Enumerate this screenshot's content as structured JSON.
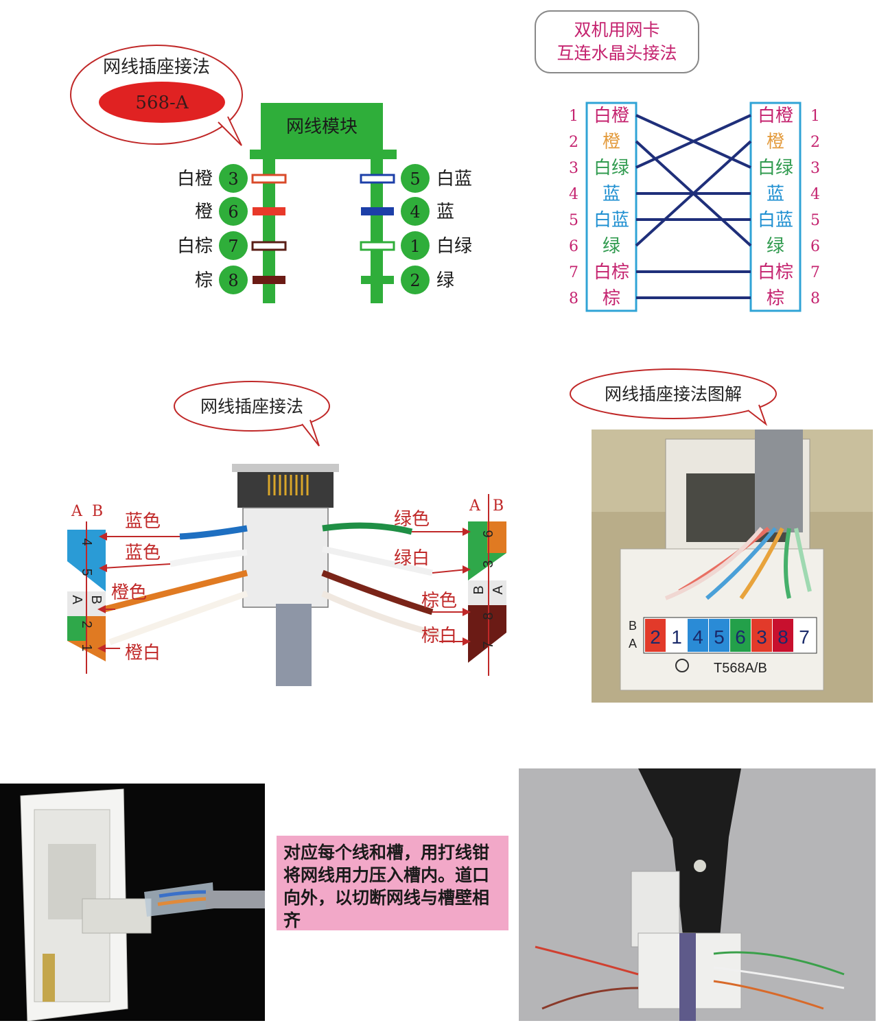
{
  "panel_568a": {
    "bubble_title": "网线插座接法",
    "badge": "568-A",
    "module_label": "网线模块",
    "left_pins": [
      {
        "num": "3",
        "label": "白橙",
        "color": "#d94a2a",
        "striped": true
      },
      {
        "num": "6",
        "label": "橙",
        "color": "#e8392a",
        "striped": false
      },
      {
        "num": "7",
        "label": "白棕",
        "color": "#5a1e16",
        "striped": true
      },
      {
        "num": "8",
        "label": "棕",
        "color": "#6b1b15",
        "striped": false
      }
    ],
    "right_pins": [
      {
        "num": "5",
        "label": "白蓝",
        "color": "#1c3fa8",
        "striped": true
      },
      {
        "num": "4",
        "label": "蓝",
        "color": "#1c3fa8",
        "striped": false
      },
      {
        "num": "1",
        "label": "白绿",
        "color": "#2fae3a",
        "striped": true
      },
      {
        "num": "2",
        "label": "绿",
        "color": "#2fae3a",
        "striped": false
      }
    ]
  },
  "panel_crossover": {
    "title_line1": "双机用网卡",
    "title_line2": "互连水晶头接法",
    "left_rows": [
      {
        "num": "1",
        "label": "白橙",
        "color": "#c4226e"
      },
      {
        "num": "2",
        "label": "橙",
        "color": "#e39a3b"
      },
      {
        "num": "3",
        "label": "白绿",
        "color": "#2f9a4e"
      },
      {
        "num": "4",
        "label": "蓝",
        "color": "#1e8fd1"
      },
      {
        "num": "5",
        "label": "白蓝",
        "color": "#1e8fd1"
      },
      {
        "num": "6",
        "label": "绿",
        "color": "#2f9a4e"
      },
      {
        "num": "7",
        "label": "白棕",
        "color": "#c4226e"
      },
      {
        "num": "8",
        "label": "棕",
        "color": "#c4226e"
      }
    ],
    "right_rows": [
      {
        "num": "1",
        "label": "白橙",
        "color": "#c4226e"
      },
      {
        "num": "2",
        "label": "橙",
        "color": "#e39a3b"
      },
      {
        "num": "3",
        "label": "白绿",
        "color": "#2f9a4e"
      },
      {
        "num": "4",
        "label": "蓝",
        "color": "#1e8fd1"
      },
      {
        "num": "5",
        "label": "白蓝",
        "color": "#1e8fd1"
      },
      {
        "num": "6",
        "label": "绿",
        "color": "#2f9a4e"
      },
      {
        "num": "7",
        "label": "白棕",
        "color": "#c4226e"
      },
      {
        "num": "8",
        "label": "棕",
        "color": "#c4226e"
      }
    ],
    "connections": [
      [
        1,
        3
      ],
      [
        2,
        6
      ],
      [
        3,
        1
      ],
      [
        4,
        4
      ],
      [
        5,
        5
      ],
      [
        6,
        2
      ],
      [
        7,
        7
      ],
      [
        8,
        8
      ]
    ],
    "line_color": "#1f2f7a"
  },
  "panel_socket": {
    "bubble_title": "网线插座接法",
    "ab_left": [
      "A",
      "B"
    ],
    "ab_right": [
      "A",
      "B"
    ],
    "left_labels": [
      "蓝色",
      "蓝色",
      "橙色",
      "橙白"
    ],
    "right_labels": [
      "绿色",
      "绿白",
      "棕色",
      "棕白"
    ],
    "left_block_digits": [
      "4",
      "5",
      "A",
      "B",
      "2",
      "1"
    ],
    "right_block_digits": [
      "6",
      "3",
      "B",
      "A",
      "8",
      "7"
    ]
  },
  "panel_photo": {
    "bubble_title": "网线插座接法图解",
    "label_strip_letters": [
      "B",
      "A"
    ],
    "label_strip_digits": [
      "2",
      "1",
      "4",
      "5",
      "6",
      "3",
      "8",
      "7"
    ],
    "model_text": "T568A/B"
  },
  "instruction_text": "对应每个线和槽，用打线钳将网线用力压入槽内。道口向外，以切断网线与槽壁相齐"
}
